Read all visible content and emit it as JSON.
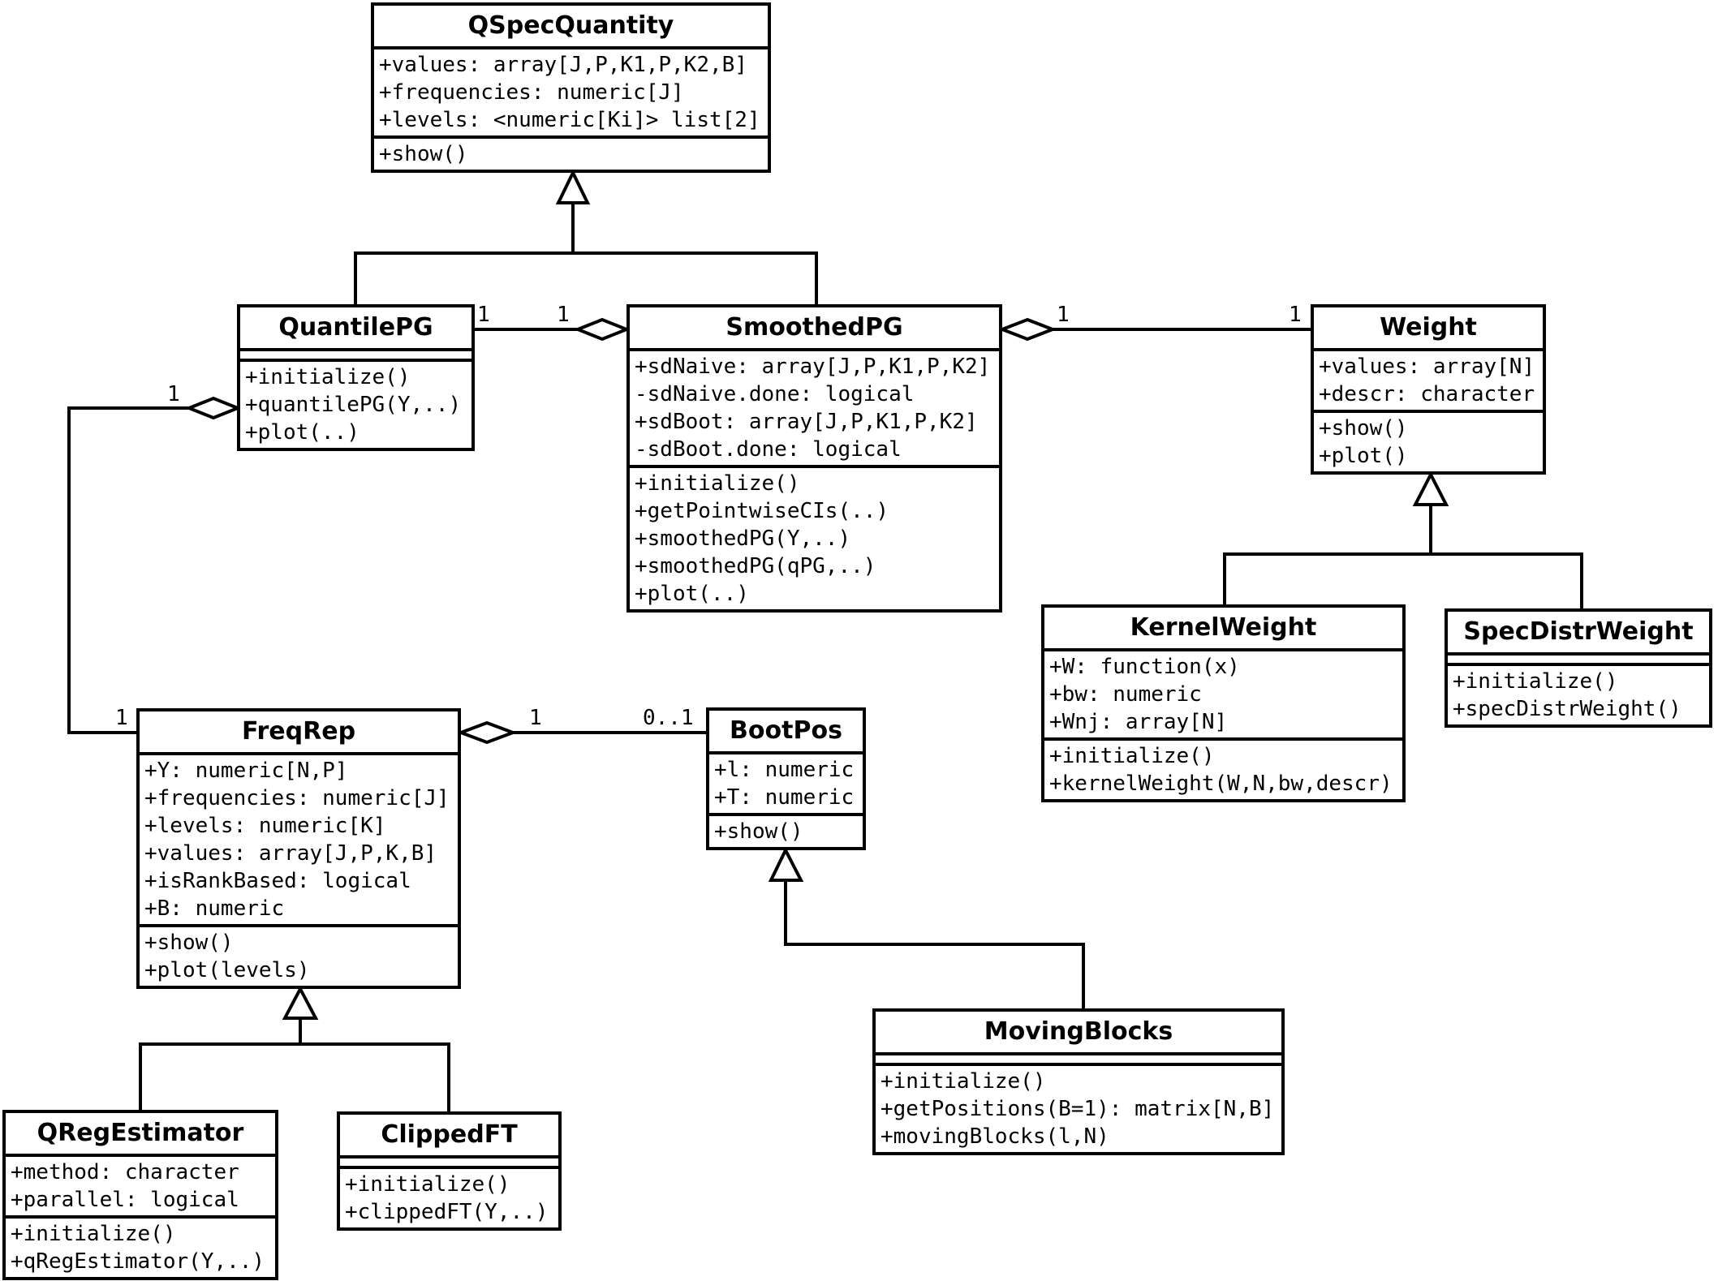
{
  "diagram_type": "uml-class-diagram",
  "colors": {
    "line": "#000000",
    "background": "#ffffff",
    "box_fill": "#ffffff",
    "text": "#000000"
  },
  "classes": {
    "qspecquantity": {
      "name": "QSpecQuantity",
      "attributes": [
        "+values: array[J,P,K1,P,K2,B]",
        "+frequencies: numeric[J]",
        "+levels: <numeric[Ki]> list[2]"
      ],
      "methods": [
        "+show()"
      ]
    },
    "quantilepg": {
      "name": "QuantilePG",
      "attributes": [],
      "methods": [
        "+initialize()",
        "+quantilePG(Y,..)",
        "+plot(..)"
      ]
    },
    "smoothedpg": {
      "name": "SmoothedPG",
      "attributes": [
        "+sdNaive: array[J,P,K1,P,K2]",
        "-sdNaive.done: logical",
        "+sdBoot: array[J,P,K1,P,K2]",
        "-sdBoot.done: logical"
      ],
      "methods": [
        "+initialize()",
        "+getPointwiseCIs(..)",
        "+smoothedPG(Y,..)",
        "+smoothedPG(qPG,..)",
        "+plot(..)"
      ]
    },
    "weight": {
      "name": "Weight",
      "attributes": [
        "+values: array[N]",
        "+descr: character"
      ],
      "methods": [
        "+show()",
        "+plot()"
      ]
    },
    "kernelweight": {
      "name": "KernelWeight",
      "attributes": [
        "+W: function(x)",
        "+bw: numeric",
        "+Wnj: array[N]"
      ],
      "methods": [
        "+initialize()",
        "+kernelWeight(W,N,bw,descr)"
      ]
    },
    "specdistrweight": {
      "name": "SpecDistrWeight",
      "attributes": [],
      "methods": [
        "+initialize()",
        "+specDistrWeight()"
      ]
    },
    "freqrep": {
      "name": "FreqRep",
      "attributes": [
        "+Y: numeric[N,P]",
        "+frequencies: numeric[J]",
        "+levels: numeric[K]",
        "+values: array[J,P,K,B]",
        "+isRankBased: logical",
        "+B: numeric"
      ],
      "methods": [
        "+show()",
        "+plot(levels)"
      ]
    },
    "bootpos": {
      "name": "BootPos",
      "attributes": [
        "+l: numeric",
        "+T: numeric"
      ],
      "methods": [
        "+show()"
      ]
    },
    "qregestimator": {
      "name": "QRegEstimator",
      "attributes": [
        "+method: character",
        "+parallel: logical"
      ],
      "methods": [
        "+initialize()",
        "+qRegEstimator(Y,..)"
      ]
    },
    "clippedft": {
      "name": "ClippedFT",
      "attributes": [],
      "methods": [
        "+initialize()",
        "+clippedFT(Y,..)"
      ]
    },
    "movingblocks": {
      "name": "MovingBlocks",
      "attributes": [],
      "methods": [
        "+initialize()",
        "+getPositions(B=1): matrix[N,B]",
        "+movingBlocks(l,N)"
      ]
    }
  },
  "relationships": [
    {
      "type": "generalization",
      "from": "QuantilePG",
      "to": "QSpecQuantity"
    },
    {
      "type": "generalization",
      "from": "SmoothedPG",
      "to": "QSpecQuantity"
    },
    {
      "type": "generalization",
      "from": "KernelWeight",
      "to": "Weight"
    },
    {
      "type": "generalization",
      "from": "SpecDistrWeight",
      "to": "Weight"
    },
    {
      "type": "generalization",
      "from": "QRegEstimator",
      "to": "FreqRep"
    },
    {
      "type": "generalization",
      "from": "ClippedFT",
      "to": "FreqRep"
    },
    {
      "type": "generalization",
      "from": "MovingBlocks",
      "to": "BootPos"
    },
    {
      "type": "aggregation",
      "aggregate": "SmoothedPG",
      "part": "QuantilePG",
      "part_multiplicity": "1",
      "aggregate_multiplicity": "1"
    },
    {
      "type": "aggregation",
      "aggregate": "SmoothedPG",
      "part": "Weight",
      "aggregate_multiplicity": "1",
      "part_multiplicity": "1"
    },
    {
      "type": "aggregation",
      "aggregate": "QuantilePG",
      "part": "FreqRep",
      "aggregate_multiplicity": "1",
      "part_multiplicity": "1"
    },
    {
      "type": "aggregation",
      "aggregate": "FreqRep",
      "part": "BootPos",
      "aggregate_multiplicity": "1",
      "part_multiplicity": "0..1"
    }
  ],
  "labels": {
    "qpg_spg_left": "1",
    "qpg_spg_right": "1",
    "spg_weight_left": "1",
    "spg_weight_right": "1",
    "qpg_freqrep_top": "1",
    "qpg_freqrep_bottom": "1",
    "freqrep_bootpos_left": "1",
    "freqrep_bootpos_right": "0..1"
  }
}
